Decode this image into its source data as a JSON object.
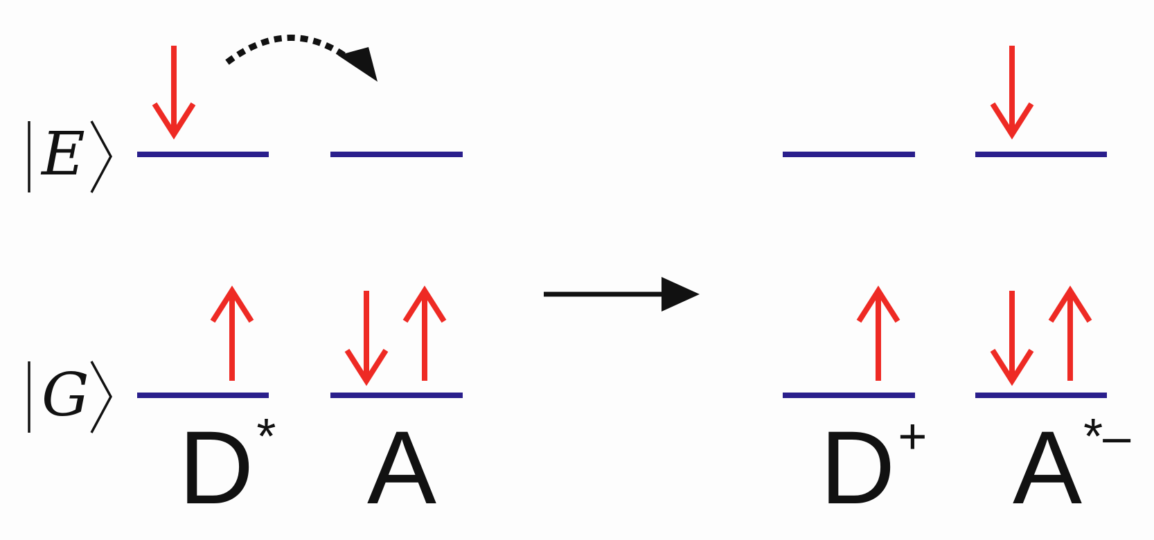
{
  "states": {
    "excited": "E",
    "ground": "G"
  },
  "left": {
    "donor": {
      "base": "D",
      "sup": "*"
    },
    "acceptor": {
      "base": "A"
    }
  },
  "right": {
    "donor": {
      "base": "D",
      "sup": "+"
    },
    "acceptor": {
      "base": "A",
      "sup": "*–"
    }
  },
  "colors": {
    "level": "#2a1f8c",
    "spin": "#ee2a24",
    "arrow": "#111111"
  },
  "icons": {
    "transfer": "dotted-curved-arrow",
    "reaction": "right-arrow"
  }
}
